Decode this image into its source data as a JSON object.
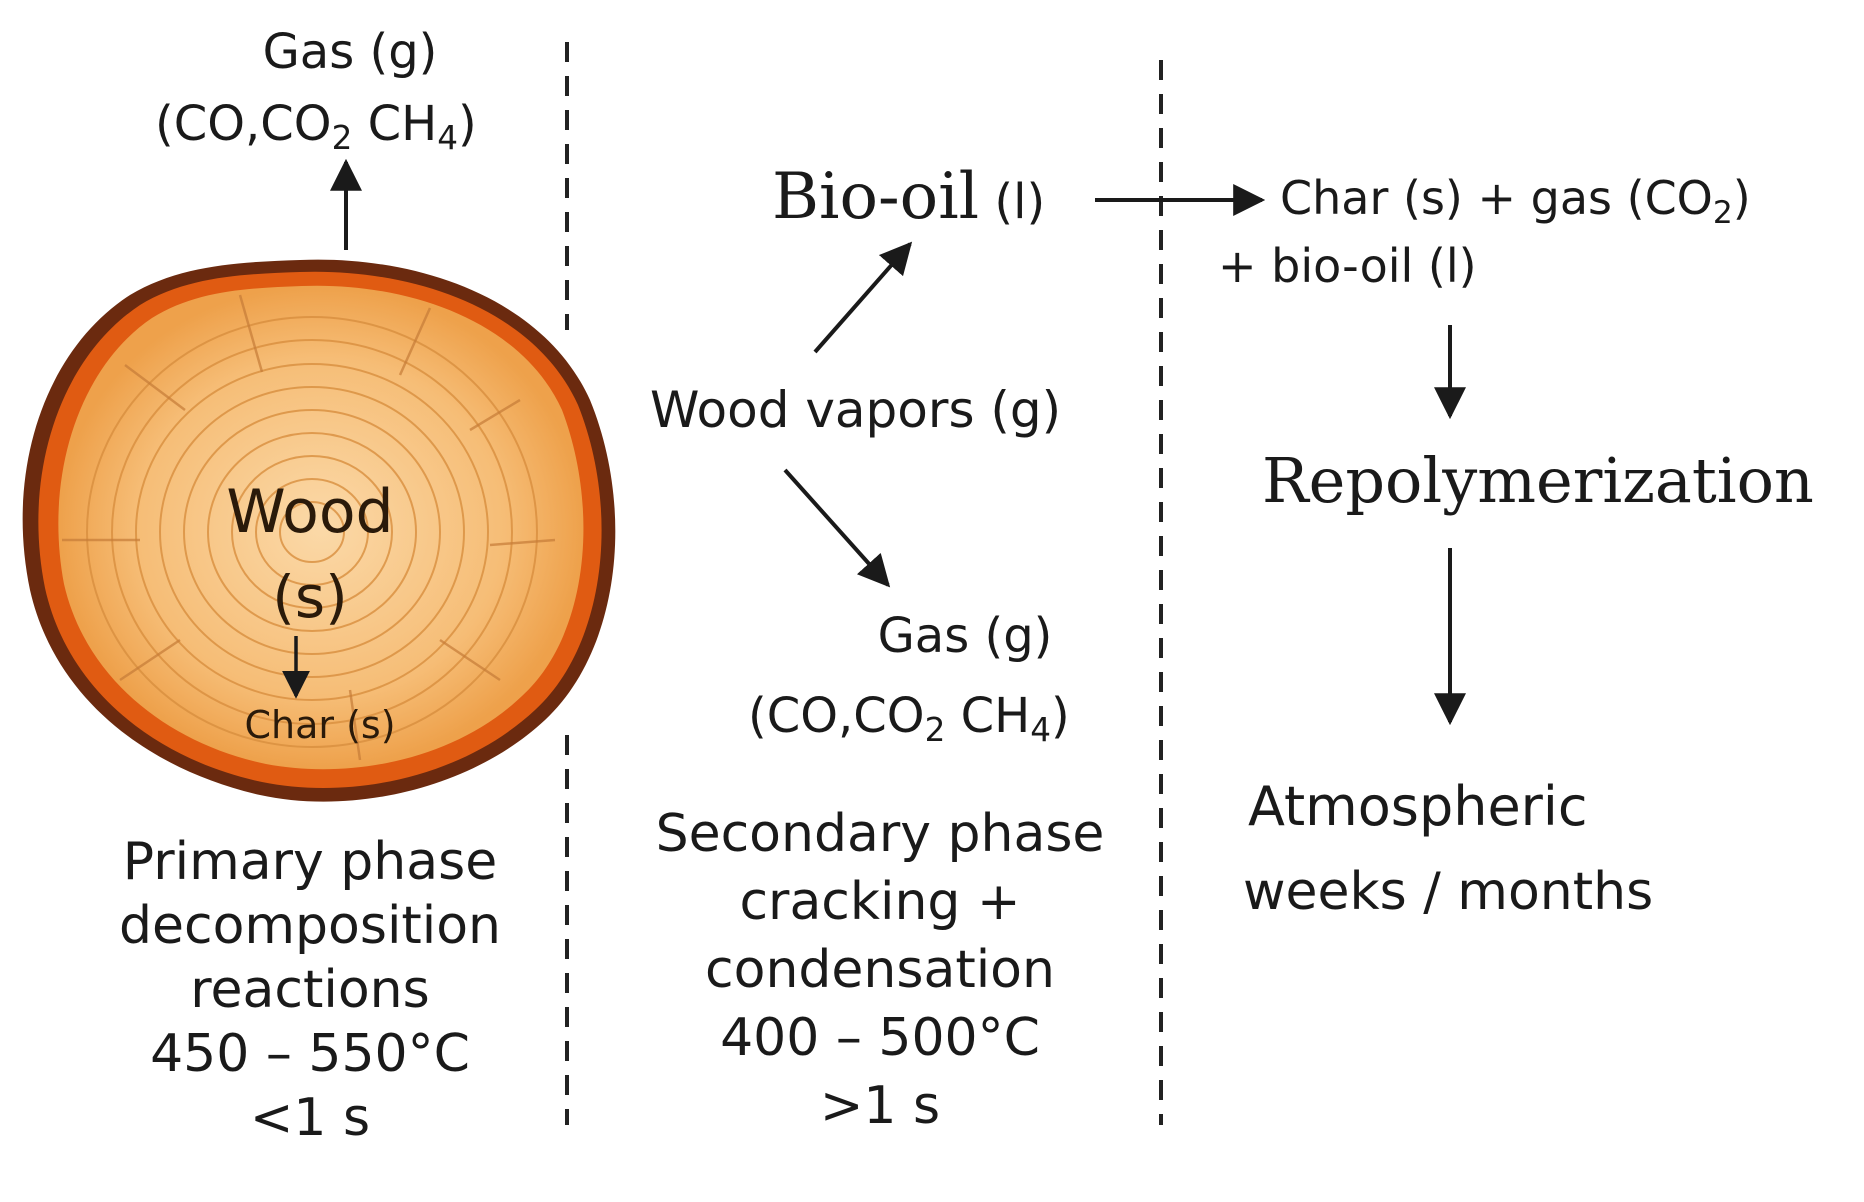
{
  "phase1": {
    "gas_line1": "Gas (g)",
    "gas_co": "(CO,CO",
    "gas_co2_sub": "2",
    "gas_ch": " CH",
    "gas_ch4_sub": "4",
    "gas_close": ")",
    "wood_label": "Wood",
    "wood_state": "(s)",
    "char_label": "Char (s)",
    "caption_lines": [
      "Primary phase",
      "decomposition",
      "reactions",
      "450 – 550°C",
      "<1 s"
    ]
  },
  "phase2": {
    "bio_oil_word": "Bio-oil",
    "bio_oil_state": " (l)",
    "wood_vapors": "Wood vapors",
    "wood_vapors_state": " (g)",
    "gas_line1": "Gas (g)",
    "gas_co": "(CO,CO",
    "gas_co2_sub": "2",
    "gas_ch": " CH",
    "gas_ch4_sub": "4",
    "gas_close": ")",
    "caption_lines": [
      "Secondary phase",
      "cracking +",
      "condensation",
      "400 – 500°C",
      ">1 s"
    ]
  },
  "phase3": {
    "products_line1": "Char (s) + gas (CO",
    "products_sub": "2",
    "products_close": ")",
    "products_line2": "+ bio-oil (l)",
    "repolymerization": "Repolymerization",
    "atmospheric_line1": "Atmospheric",
    "atmospheric_line2": "weeks / months"
  },
  "colors": {
    "bark_dark": "#6b2a0f",
    "bark_orange": "#e05b12",
    "wood_light": "#f9c98a",
    "wood_mid": "#f0a94f",
    "ring": "#d98f3f",
    "ink": "#1a1a1a"
  },
  "icons": [
    "wood-cross-section-icon",
    "arrow-icon"
  ]
}
